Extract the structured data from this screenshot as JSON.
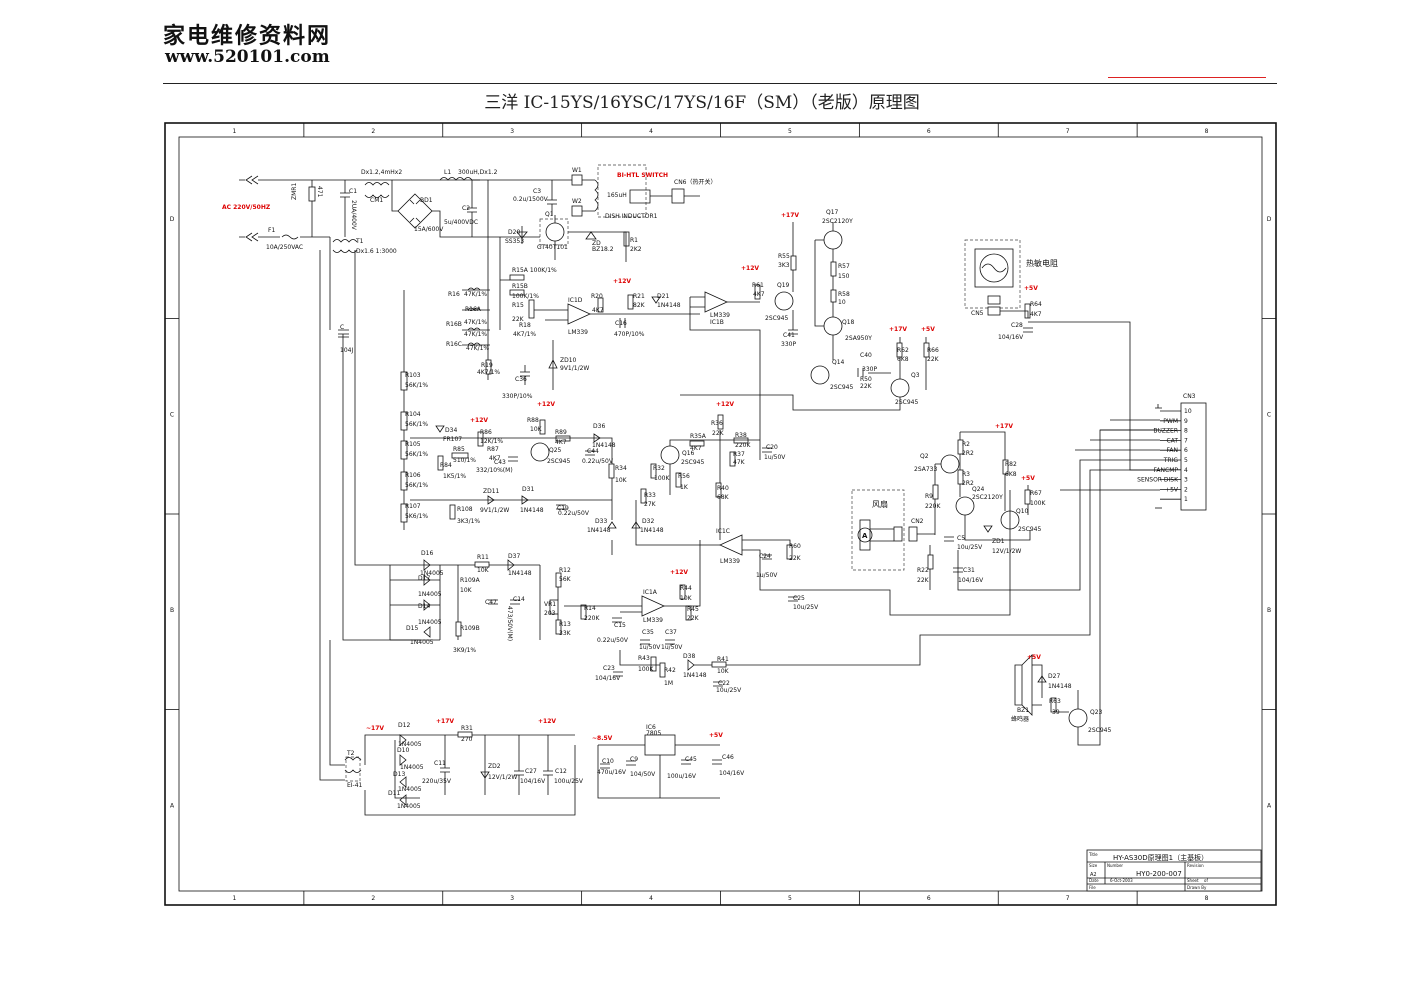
{
  "header": {
    "site_name_cn": "家电维修资料网",
    "site_url": "www.520101.com",
    "title": "三洋 IC-15YS/16YSC/17YS/16F（SM）（老版）原理图"
  },
  "grid": {
    "top_numbers": [
      "1",
      "2",
      "3",
      "4",
      "5",
      "6",
      "7",
      "8"
    ],
    "side_letters": [
      "D",
      "C",
      "B",
      "A"
    ]
  },
  "power_input": {
    "ac_label": "AC 220V/50HZ",
    "fuse": "F1",
    "fuse_value": "10A/250VAC",
    "zmr": "ZMR1",
    "zmr_value": "471",
    "c1": "C1",
    "c1_value": "2UA/400V",
    "cm1": "CM1",
    "cm1_value": "Dx1.2,4mHx2",
    "t1": "T1",
    "t1_value": "Dx1.6 1:3000",
    "bd1": "BD1",
    "bd1_value": "15A/600V",
    "l1": "L1",
    "l1_value": "300uH,Dx1.2",
    "c2": "C2",
    "c2_value": "5u/400VDC",
    "c3": "C3",
    "c3_value": "0.2u/1500V",
    "q1": "Q1",
    "q1_value": "GT40T101",
    "d20": "D20",
    "d20_value": "SS353",
    "r1": "R1",
    "r1_value": "2K2",
    "zd": "ZD",
    "zd_value": "BZ18.2"
  },
  "coil": {
    "w1": "W1",
    "w2": "W2",
    "inductor_value": "165uH",
    "inductor_label": "DISH INDUCTOR1",
    "switch_label": "BI-HTL SWITCH",
    "cn6": "CN6（热开关）"
  },
  "labels": {
    "c_mid": "C",
    "c_mid_value": "104J",
    "r15a": "R15A 100K/1%",
    "r15b": "R15B",
    "r15b_v": "100K/1%",
    "r15": "R15",
    "r15_v": "22K",
    "r16": "R16",
    "r16_v": "47K/1%",
    "r16a": "R16A",
    "r16a_v": "47K/1%",
    "r16b": "R16B",
    "r16c": "R16C",
    "r16c_v": "47K/1%",
    "r18": "R18",
    "r18_v": "4K7/1%",
    "r19": "R19",
    "r19_v": "4K7/1%",
    "c36": "C36",
    "c36_v": "330P/10%",
    "zd10": "ZD10",
    "zd10_v": "9V1/1/2W",
    "ic1d": "IC1D",
    "lm339": "LM339",
    "r20": "R20",
    "r20_v": "4K7",
    "r21": "R21",
    "r21_v": "82K",
    "d21": "D21",
    "d21_v": "1N4148",
    "c16": "C16",
    "c16_v": "470P/10%",
    "ic1b": "IC1B",
    "r61": "R61",
    "r61_v": "4K7",
    "q19": "Q19",
    "sc945": "2SC945",
    "r55": "R55",
    "r55_v": "3K3",
    "c41": "C41",
    "c41_v": "330P",
    "q17": "Q17",
    "q17_v": "2SC2120Y",
    "r57": "R57",
    "r57_v": "150",
    "r58": "R58",
    "r58_v": "10",
    "q18": "Q18",
    "q18_v": "2SA950Y",
    "q14": "Q14",
    "c40": "C40",
    "c40_v": "330P",
    "r50": "R50",
    "r50_v": "22K",
    "q3": "Q3",
    "r62": "R62",
    "r62_v": "6K8",
    "r66": "R66",
    "r66_v": "22K",
    "thermistor": "热敏电阻",
    "cn5": "CN5",
    "r64": "R64",
    "r64_v": "4K7",
    "c28": "C28",
    "c28_v": "104/16V",
    "r103": "R103",
    "r104": "R104",
    "r105": "R105",
    "r106": "R106",
    "r107": "R107",
    "v56k": "56K/1%",
    "v5k6": "5K6/1%",
    "d34": "D34",
    "fr107": "FR107",
    "r84": "R84",
    "r84_v": "1K5/1%",
    "r85": "R85",
    "r85_v": "510/1%",
    "r86": "R86",
    "r86_v": "12K/1%",
    "r87": "R87",
    "r87_v": "4K7",
    "c43": "C43",
    "c43_v": "332/10%(M)",
    "r88": "R88",
    "r88_v": "10K",
    "q25": "Q25",
    "r89": "R89",
    "r89_v": "4K7",
    "d36": "D36",
    "n4148": "1N4148",
    "c44": "C44",
    "c44_v": "0.22u/50V",
    "r34": "R34",
    "r34_v": "10K",
    "r32": "R32",
    "r32_v": "100K",
    "r33": "R33",
    "r33_v": "27K",
    "q16": "Q16",
    "r56": "R56",
    "r56_v": "1K",
    "r35a": "R35A",
    "r35a_v": "4K7",
    "r36": "R36",
    "r36_v": "22K",
    "r38": "R38",
    "r38_v": "220K",
    "r37": "R37",
    "r37_v": "47K",
    "c20": "C20",
    "c20_v": "1u/50V",
    "r40": "R40",
    "r40_v": "68K",
    "zd11": "ZD11",
    "zd11_v": "9V1/1/2W",
    "d31": "D31",
    "c19": "C19",
    "c19_v": "0.22u/50V",
    "r108": "R108",
    "r108_v": "3K3/1%",
    "d33": "D33",
    "d32": "D32",
    "ic1c": "IC1C",
    "c24": "C24",
    "c24_v": "1u/50V",
    "r60": "R60",
    "r60_v": "22K",
    "c25": "C25",
    "c25_v": "10u/25V",
    "d16": "D16",
    "d17": "D17",
    "d14": "D14",
    "d15": "D15",
    "n4005": "1N4005",
    "r11": "R11",
    "r11_v": "10K",
    "d37": "D37",
    "r109a": "R109A",
    "r109a_v": "10K",
    "r109b": "R109B",
    "r109b_v": "3K9/1%",
    "c47": "C47",
    "c14": "C14",
    "c14_v": "473/50V(M)",
    "r12": "R12",
    "r12_v": "56K",
    "vr1": "VR1",
    "vr1_v": "203",
    "r13": "R13",
    "r13_v": "33K",
    "r14": "R14",
    "r14_v": "220K",
    "c15": "C15",
    "c15_v": "0.22u/50V",
    "ic1a": "IC1A",
    "r44": "R44",
    "r44_v": "10K",
    "r45": "R45",
    "r45_v": "22K",
    "c35": "C35",
    "c35_v": "1u/50V",
    "c37": "C37",
    "c37_v": "1u/50V",
    "r43": "R43",
    "r43_v": "100K",
    "r42": "R42",
    "r42_v": "1M",
    "d38": "D38",
    "c23": "C23",
    "c23_v": "104/16V",
    "r41": "R41",
    "r41_v": "10K",
    "c22": "C22",
    "c22_v": "10u/25V",
    "q2": "Q2",
    "q2_v": "2SA733",
    "r2": "R2",
    "r2_v": "2R2",
    "r3": "R3",
    "r3_v": "2R2",
    "q24": "Q24",
    "q24_v": "2SC2120Y",
    "r9": "R9",
    "r9_v": "220K",
    "r82": "R82",
    "r82_v": "6K8",
    "r67": "R67",
    "r67_v": "100K",
    "q10": "Q10",
    "zd1": "ZD1",
    "zd1_v": "12V/1/2W",
    "fan": "风扇",
    "cn2": "CN2",
    "c5": "C5",
    "c5_v": "10u/25V",
    "r22": "R22",
    "r22_v": "22K",
    "c31": "C31",
    "c31_v": "104/16V",
    "cn3": "CN3",
    "bz1": "BZ1",
    "buzzer_cn": "蜂鸣器",
    "d27": "D27",
    "r63": "R63",
    "r63_v": "39",
    "q23": "Q23",
    "t2": "T2",
    "ei41": "EI-41",
    "d12": "D12",
    "d10": "D10",
    "d13": "D13",
    "d11": "D11",
    "c11": "C11",
    "c11_v": "220u/35V",
    "r31": "R31",
    "r31_v": "270",
    "zd2": "ZD2",
    "zd2_v": "12V/1/2W",
    "c27": "C27",
    "c27_v": "104/16V",
    "c12": "C12",
    "c12_v": "100u/25V",
    "ic6": "IC6",
    "ic6_v": "7805",
    "c10": "C10",
    "c10_v": "470u/16V",
    "c9": "C9",
    "c9_v": "104/50V",
    "c45": "C45",
    "c45_v": "100u/16V",
    "c46": "C46",
    "c46_v": "104/16V",
    "v17": "+17V",
    "v12": "+12V",
    "v5": "+5V",
    "v17n": "~17V",
    "v85": "~8.5V"
  },
  "connector_cn3": {
    "pins": [
      {
        "num": "10",
        "name": ""
      },
      {
        "num": "9",
        "name": "PWM"
      },
      {
        "num": "8",
        "name": "BUZZER"
      },
      {
        "num": "7",
        "name": "CAT"
      },
      {
        "num": "6",
        "name": "FAN"
      },
      {
        "num": "5",
        "name": "TRIG"
      },
      {
        "num": "4",
        "name": "FANCMP"
      },
      {
        "num": "3",
        "name": "SENSOR DISK"
      },
      {
        "num": "2",
        "name": "+5V"
      },
      {
        "num": "1",
        "name": ""
      }
    ]
  },
  "title_block": {
    "title_tag": "Title",
    "title": "HY-AS30D原理图1（主基板）",
    "size_tag": "Size",
    "size": "A2",
    "number_tag": "Number",
    "number": "HY0-200-007",
    "revision_tag": "Revision",
    "date_tag": "Date",
    "date": "6-Oct-2003",
    "file_tag": "File",
    "sheet_tag": "Sheet",
    "of_tag": "of",
    "drawn_tag": "Drawn By"
  }
}
